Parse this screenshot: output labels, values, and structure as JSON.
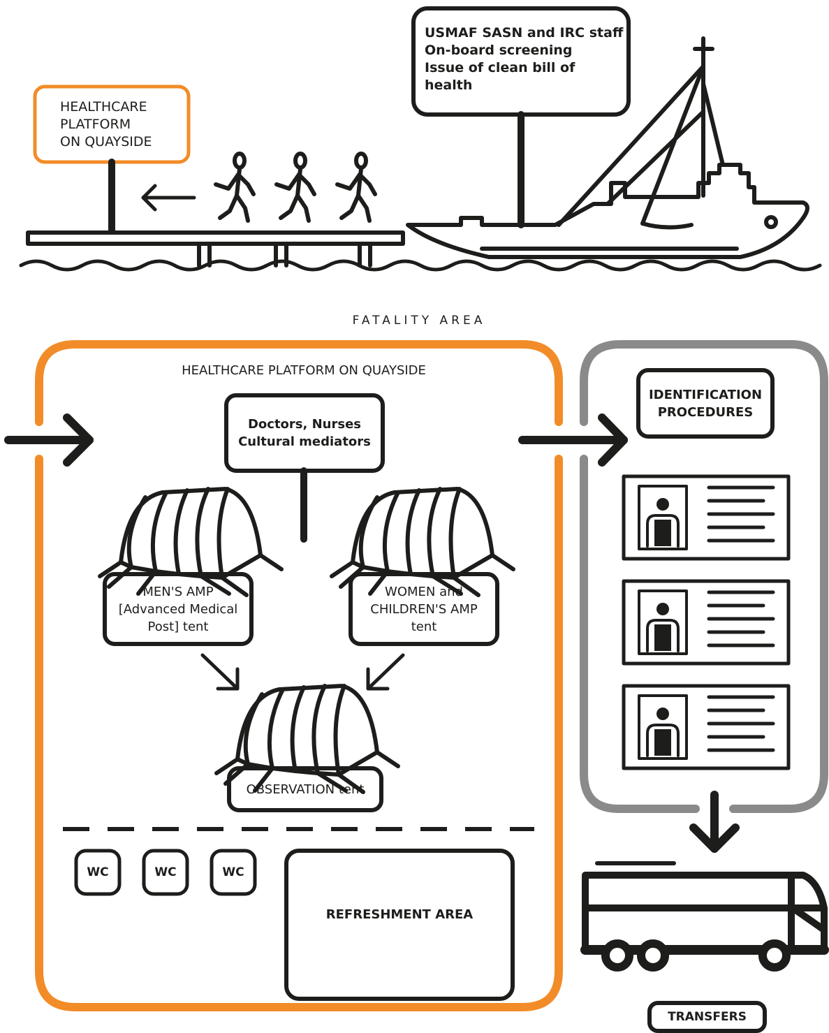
{
  "colors": {
    "ink": "#1d1d1b",
    "accent": "#f28c28",
    "grey": "#8a8a8a"
  },
  "top_scene": {
    "quay_sign": [
      "HEALTHCARE",
      "PLATFORM",
      "ON QUAYSIDE"
    ],
    "ship_sign": [
      "USMAF SASN and IRC staff",
      "On-board screening",
      "Issue of clean bill of health"
    ],
    "icons": [
      "arrow-left-icon",
      "walking-person-icon",
      "ship-icon",
      "waves-icon",
      "pier-icon"
    ]
  },
  "fatality_area": "FATALITY AREA",
  "platform": {
    "title": "HEALTHCARE PLATFORM ON QUAYSIDE",
    "staff_box": [
      "Doctors, Nurses",
      "Cultural mediators"
    ],
    "men_tent": [
      "MEN'S AMP",
      "[Advanced Medical",
      "Post] tent"
    ],
    "women_tent": [
      "WOMEN and",
      "CHILDREN'S AMP",
      "tent"
    ],
    "observation_tent": "OBSERVATION tent",
    "wc": [
      "WC",
      "WC",
      "WC"
    ],
    "refreshment": "REFRESHMENT AREA"
  },
  "identification": {
    "title": [
      "IDENTIFICATION",
      "PROCEDURES"
    ],
    "cards": [
      "id-card-icon",
      "id-card-icon",
      "id-card-icon"
    ]
  },
  "transfers": "TRANSFERS"
}
